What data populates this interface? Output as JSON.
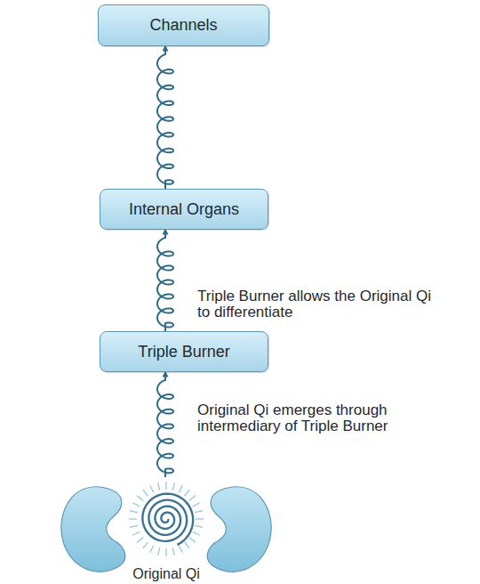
{
  "diagram": {
    "nodes": [
      {
        "text": [
          "Channels"
        ]
      },
      {
        "text": [
          "Internal Organs"
        ]
      },
      {
        "text": [
          "Triple Burner"
        ]
      },
      {
        "text": [
          "Original Qi"
        ]
      }
    ],
    "edges": [
      {
        "from": 3,
        "to": 2,
        "label": "Original Qi emerges through intermediary of Triple Burner",
        "arrow": "to"
      },
      {
        "from": 2,
        "to": 1,
        "label": "Triple Burner allows the Original Qi to differentiate",
        "arrow": "to"
      },
      {
        "from": 1,
        "to": 0,
        "arrow": "to"
      }
    ]
  }
}
